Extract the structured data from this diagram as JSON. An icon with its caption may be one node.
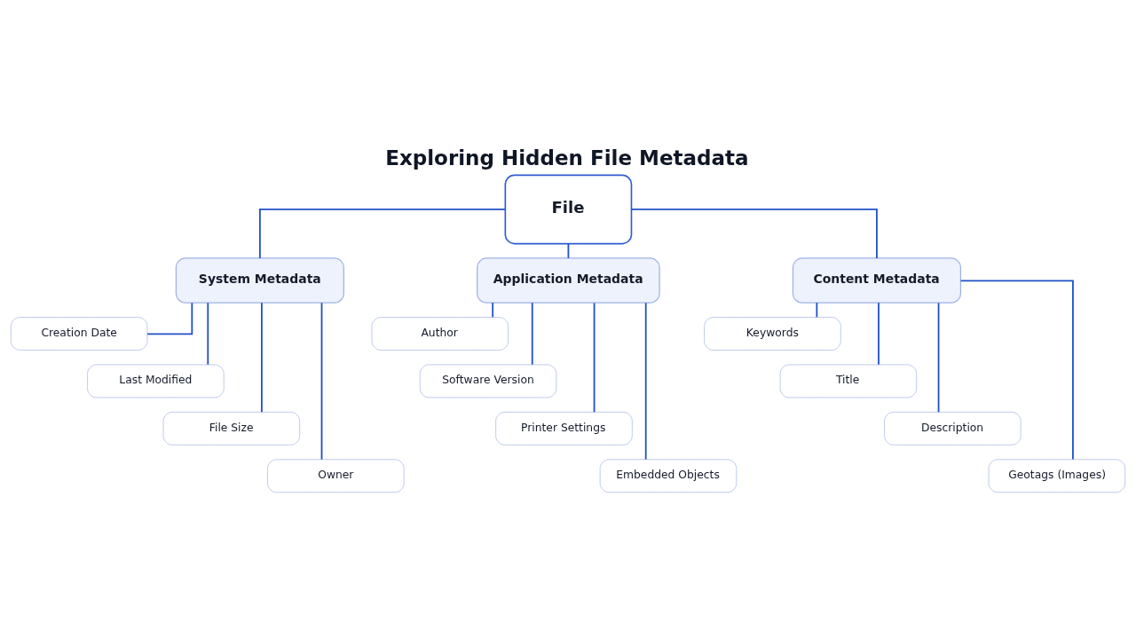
{
  "diagram": {
    "title": "Exploring Hidden File Metadata",
    "nodes": [
      {
        "text": [
          "File"
        ]
      },
      {
        "text": [
          "System Metadata"
        ]
      },
      {
        "text": [
          "Application Metadata"
        ]
      },
      {
        "text": [
          "Content Metadata"
        ]
      },
      {
        "text": [
          "Creation Date"
        ]
      },
      {
        "text": [
          "Last Modified"
        ]
      },
      {
        "text": [
          "File Size"
        ]
      },
      {
        "text": [
          "Owner"
        ]
      },
      {
        "text": [
          "Author"
        ]
      },
      {
        "text": [
          "Software Version"
        ]
      },
      {
        "text": [
          "Printer Settings"
        ]
      },
      {
        "text": [
          "Embedded Objects"
        ]
      },
      {
        "text": [
          "Keywords"
        ]
      },
      {
        "text": [
          "Title"
        ]
      },
      {
        "text": [
          "Description"
        ]
      },
      {
        "text": [
          "Geotags (Images)"
        ]
      }
    ],
    "edges": [
      {
        "from": 0,
        "to": 1,
        "arrow": "none"
      },
      {
        "from": 0,
        "to": 2,
        "arrow": "none"
      },
      {
        "from": 0,
        "to": 3,
        "arrow": "none"
      },
      {
        "from": 1,
        "to": 4,
        "arrow": "none"
      },
      {
        "from": 1,
        "to": 5,
        "arrow": "none"
      },
      {
        "from": 1,
        "to": 6,
        "arrow": "none"
      },
      {
        "from": 1,
        "to": 7,
        "arrow": "none"
      },
      {
        "from": 2,
        "to": 8,
        "arrow": "none"
      },
      {
        "from": 2,
        "to": 9,
        "arrow": "none"
      },
      {
        "from": 2,
        "to": 10,
        "arrow": "none"
      },
      {
        "from": 2,
        "to": 11,
        "arrow": "none"
      },
      {
        "from": 3,
        "to": 12,
        "arrow": "none"
      },
      {
        "from": 3,
        "to": 13,
        "arrow": "none"
      },
      {
        "from": 3,
        "to": 14,
        "arrow": "none"
      },
      {
        "from": 3,
        "to": 15,
        "arrow": "none"
      }
    ]
  }
}
